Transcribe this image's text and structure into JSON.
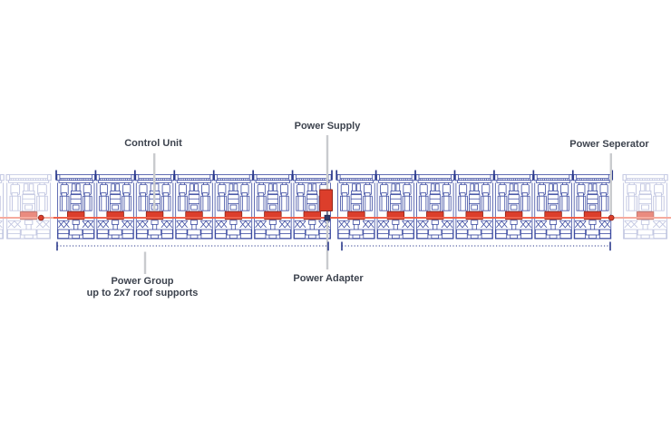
{
  "page": {
    "background": "#ffffff"
  },
  "labels": {
    "control_unit": "Control Unit",
    "power_supply": "Power Supply",
    "power_separator": "Power Seperator",
    "power_adapter": "Power Adapter",
    "power_group_line1": "Power Group",
    "power_group_line2": "up to 2x7 roof supports"
  },
  "diagram": {
    "groups": [
      {
        "name": "power-group-1",
        "supports": 7
      },
      {
        "name": "power-group-2",
        "supports": 7
      }
    ],
    "faded_supports": 3,
    "separator_dots": 2,
    "power_supply_count": 1,
    "power_adapter_count": 1
  },
  "colors": {
    "structure_blue": "#3c4ba1",
    "structure_blue_dark": "#2c3a8c",
    "accent_red": "#dc3e2b",
    "accent_red_dark": "#8a241a",
    "power_line_red": "#ee5f49",
    "power_line_red_faint": "#f6ab9e",
    "adapter_navy": "#2e3a66",
    "adapter_navy_dark": "#1d2750",
    "leader_gray": "#c9cbce",
    "label_text": "#3d434e"
  }
}
